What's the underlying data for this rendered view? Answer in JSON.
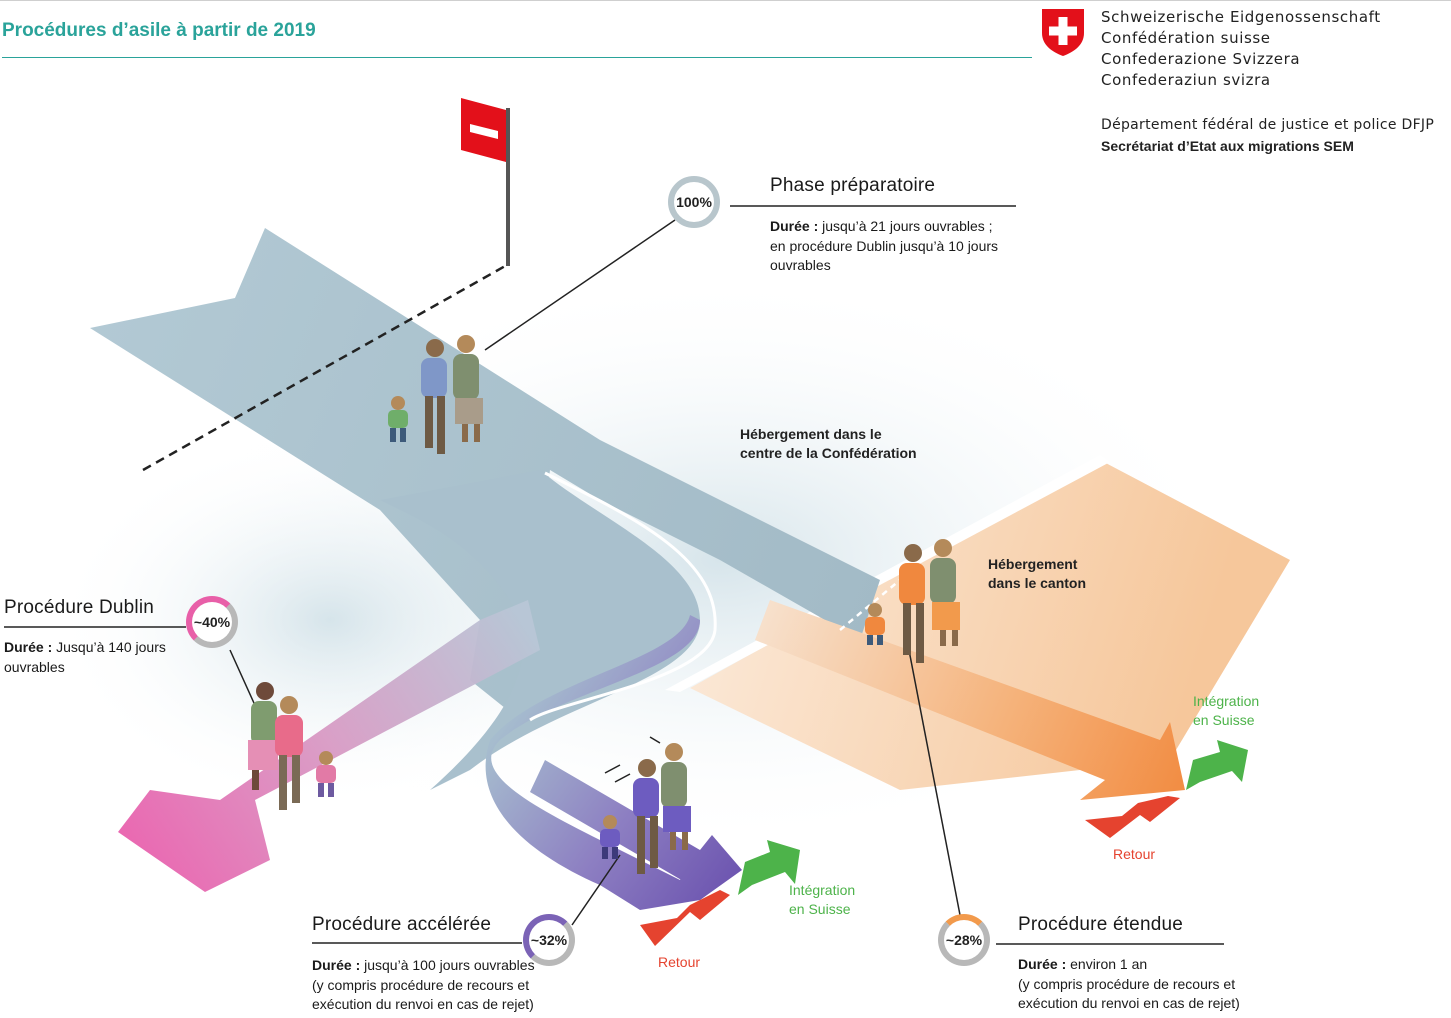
{
  "header": {
    "title": "Procédures d’asile à partir de 2019",
    "confederation_lines": [
      "Schweizerische Eidgenossenschaft",
      "Confédération suisse",
      "Confederazione Svizzera",
      "Confederaziun svizra"
    ],
    "department": "Département fédéral de justice et police DFJP",
    "secretariat": "Secrétariat d’Etat aux migrations SEM"
  },
  "phase_preparatoire": {
    "percent": "100%",
    "title": "Phase préparatoire",
    "duration_label": "Durée :",
    "duration_text": "jusqu’à 21 jours ouvrables ;",
    "line2": "en procédure Dublin jusqu’à 10 jours",
    "line3": "ouvrables"
  },
  "hebergement_confederation": {
    "line1": "Hébergement dans le",
    "line2": "centre de la Confédération"
  },
  "hebergement_canton": {
    "line1": "Hébergement",
    "line2": "dans le canton"
  },
  "dublin": {
    "percent": "~40%",
    "title": "Procédure Dublin",
    "duration_label": "Durée :",
    "duration_text": "Jusqu’à 140 jours",
    "line2": "ouvrables"
  },
  "acceleree": {
    "percent": "~32%",
    "title": "Procédure accélérée",
    "duration_label": "Durée :",
    "duration_text": "jusqu’à 100 jours ouvrables",
    "line2": "(y compris procédure de recours et",
    "line3": "exécution du renvoi en cas de rejet)"
  },
  "etendue": {
    "percent": "~28%",
    "title": "Procédure étendue",
    "duration_label": "Durée :",
    "duration_text": "environ 1 an",
    "line2": "(y compris procédure de recours et",
    "line3": "exécution du renvoi en cas de rejet)"
  },
  "outcomes": {
    "integration_line1": "Intégration",
    "integration_line2": "en Suisse",
    "retour": "Retour"
  },
  "proportions": {
    "dublin": 0.4,
    "acceleree": 0.32,
    "etendue": 0.28,
    "preparatoire": 1.0
  },
  "colors": {
    "title_teal": "#2aa39a",
    "path_blue": "#a9c3cf",
    "dublin_pink": "#e85fa8",
    "acceleree_purple": "#7b63b6",
    "etendue_orange": "#f29a4c",
    "integration_green": "#4db34a",
    "retour_red": "#e5432f",
    "ring_gray": "#b8c6cc"
  }
}
